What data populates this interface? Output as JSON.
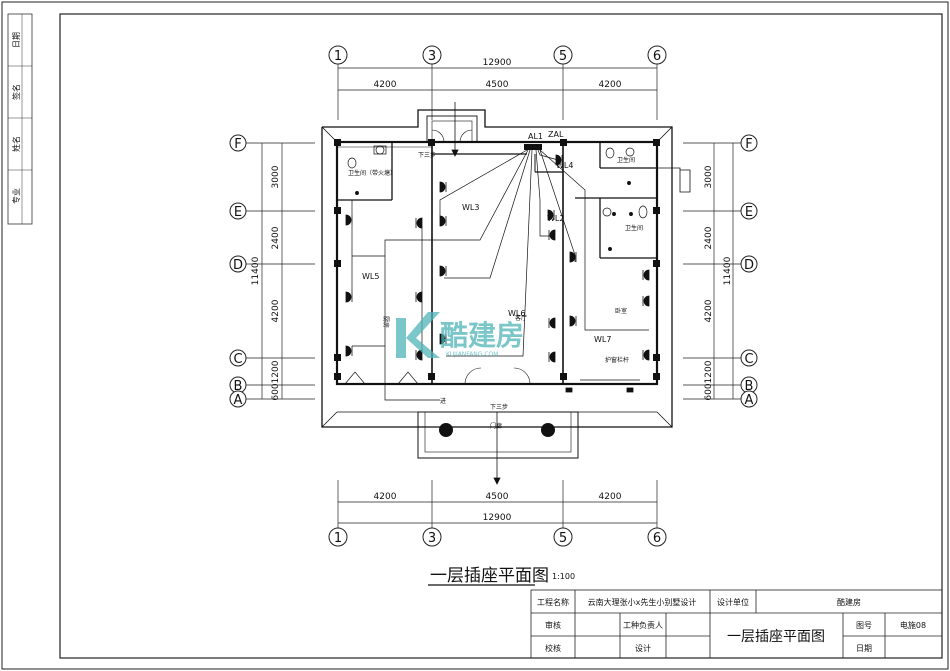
{
  "drawing": {
    "title": "一层插座平面图",
    "scale": "1:100"
  },
  "axes": {
    "columns": [
      "1",
      "3",
      "5",
      "6"
    ],
    "rows": [
      "F",
      "E",
      "D",
      "C",
      "B",
      "A"
    ]
  },
  "dimensions": {
    "top_spans": [
      "4200",
      "4500",
      "4200"
    ],
    "top_total": "12900",
    "bottom_spans": [
      "4200",
      "4500",
      "4200"
    ],
    "bottom_total": "12900",
    "side_spans": [
      "3000",
      "2400",
      "4200",
      "1200",
      "600"
    ],
    "side_total": "11400"
  },
  "rooms": {
    "toilet_left": "卫生间（带火塘）",
    "toilet_right_top": "卫生间",
    "toilet_right": "卫生间",
    "kitchen": "厨房",
    "hall": "客厅",
    "bedroom": "卧室",
    "railing": "护窗栏杆",
    "stairs_down_top": "下三步",
    "stairs_down_bottom": "下三步",
    "entrance": "门廊",
    "entry": "进"
  },
  "panels": [
    "AL1",
    "ZAL"
  ],
  "wires": [
    "WL3",
    "WL5",
    "WL2",
    "WL4",
    "WL6",
    "WL7"
  ],
  "watermark": {
    "brand": "酷建房",
    "url": "KUJIANFANG.COM"
  },
  "sidebar": {
    "rows": [
      "日期",
      "签名",
      "姓名",
      "专业"
    ]
  },
  "title_block": {
    "project_label": "工程名称",
    "project_value": "云南大理张小x先生小别墅设计",
    "design_unit_label": "设计单位",
    "design_unit_value": "酷建房",
    "review_label": "审核",
    "lead_label": "工种负责人",
    "drawing_name": "一层插座平面图",
    "figno_label": "图号",
    "figno_value": "电施08",
    "check_label": "校核",
    "design_label": "设计",
    "date_label": "日期"
  }
}
